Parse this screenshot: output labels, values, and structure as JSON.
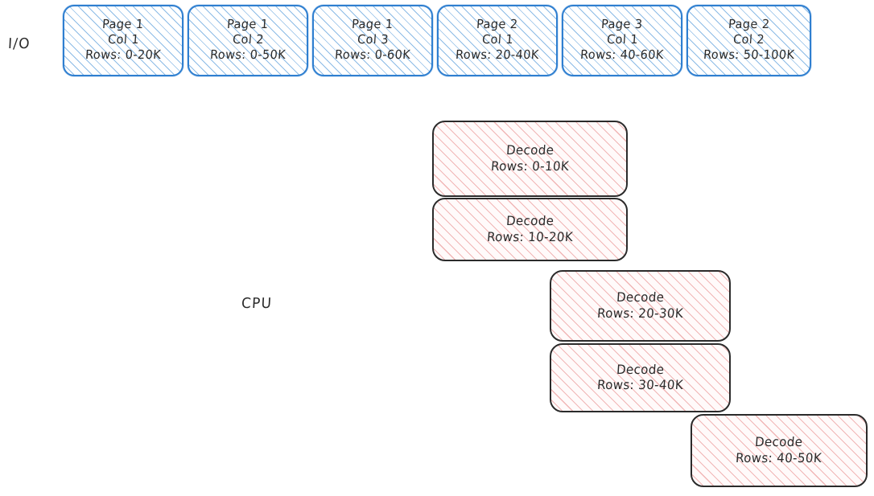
{
  "lanes": [
    {
      "id": "io",
      "label": "I/O"
    },
    {
      "id": "cpu",
      "label": "CPU"
    }
  ],
  "colors": {
    "io_border": "#2f7fd0",
    "io_hatch": "#78afe1",
    "cpu_border": "#2b2b2b",
    "cpu_hatch": "#e88c8c",
    "text": "#2b2b2b",
    "background": "#ffffff"
  },
  "io_row": {
    "label": "I/O",
    "boxes": [
      {
        "page": "Page 1",
        "col": "Col 1",
        "rows": "Rows: 0-20K"
      },
      {
        "page": "Page 1",
        "col": "Col 2",
        "rows": "Rows: 0-50K"
      },
      {
        "page": "Page 1",
        "col": "Col 3",
        "rows": "Rows: 0-60K"
      },
      {
        "page": "Page 2",
        "col": "Col 1",
        "rows": "Rows: 20-40K"
      },
      {
        "page": "Page 3",
        "col": "Col 1",
        "rows": "Rows: 40-60K"
      },
      {
        "page": "Page 2",
        "col": "Col 2",
        "rows": "Rows: 50-100K"
      }
    ]
  },
  "cpu_row": {
    "label": "CPU",
    "boxes": [
      {
        "title": "Decode",
        "rows": "Rows: 0-10K"
      },
      {
        "title": "Decode",
        "rows": "Rows: 10-20K"
      },
      {
        "title": "Decode",
        "rows": "Rows: 20-30K"
      },
      {
        "title": "Decode",
        "rows": "Rows: 30-40K"
      },
      {
        "title": "Decode",
        "rows": "Rows: 40-50K"
      }
    ]
  }
}
